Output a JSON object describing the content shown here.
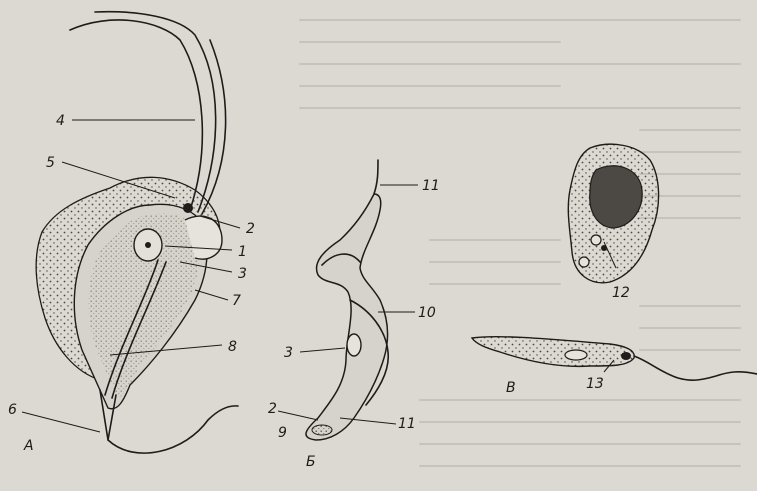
{
  "figure": {
    "panel_a": {
      "label": "А",
      "callouts": {
        "c4": "4",
        "c5": "5",
        "c2": "2",
        "c1": "1",
        "c3": "3",
        "c7": "7",
        "c8": "8",
        "c6": "6"
      }
    },
    "panel_b": {
      "label": "Б",
      "callouts": {
        "c11_top": "11",
        "c10": "10",
        "c3": "3",
        "c2": "2",
        "c9": "9",
        "c11_bottom": "11"
      }
    },
    "panel_v": {
      "label": "В",
      "callouts": {
        "c12": "12",
        "c13": "13"
      }
    }
  }
}
